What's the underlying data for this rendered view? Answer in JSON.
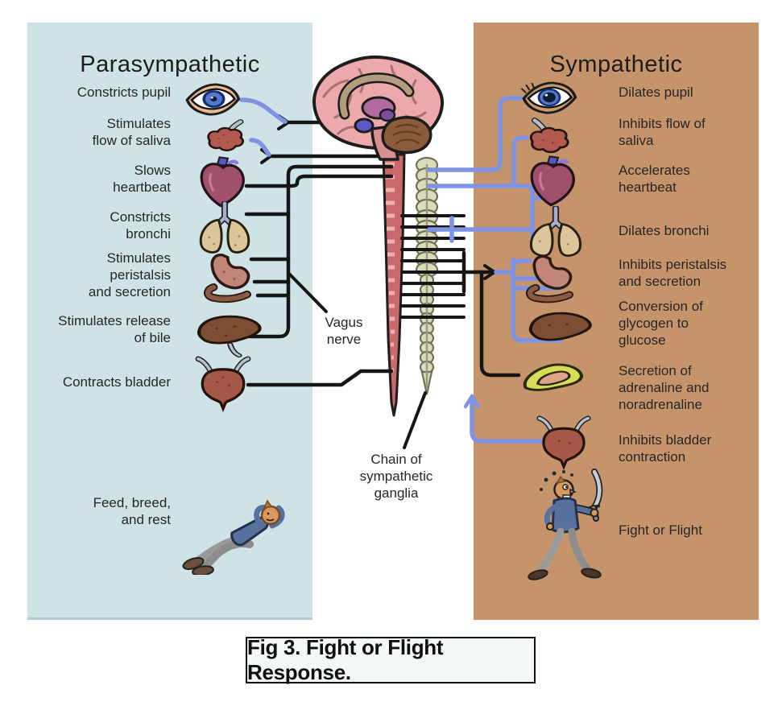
{
  "figure": {
    "caption": "Fig 3. Fight or Flight Response."
  },
  "left_panel": {
    "title": "Parasympathetic",
    "summary": "Feed, breed,\nand rest",
    "items": [
      {
        "label": "Constricts pupil",
        "icon": "eye"
      },
      {
        "label": "Stimulates\nflow of saliva",
        "icon": "salivary-gland"
      },
      {
        "label": "Slows\nheartbeat",
        "icon": "heart"
      },
      {
        "label": "Constricts\nbronchi",
        "icon": "lungs"
      },
      {
        "label": "Stimulates\nperistalsis\nand secretion",
        "icon": "stomach"
      },
      {
        "label": "Stimulates release\nof bile",
        "icon": "liver"
      },
      {
        "label": "Contracts bladder",
        "icon": "bladder"
      }
    ]
  },
  "right_panel": {
    "title": "Sympathetic",
    "summary": "Fight or Flight",
    "items": [
      {
        "label": "Dilates pupil",
        "icon": "eye"
      },
      {
        "label": "Inhibits flow of\nsaliva",
        "icon": "salivary-gland"
      },
      {
        "label": "Accelerates\nheartbeat",
        "icon": "heart"
      },
      {
        "label": "Dilates bronchi",
        "icon": "lungs"
      },
      {
        "label": "Inhibits peristalsis\nand secretion",
        "icon": "stomach"
      },
      {
        "label": "Conversion of\nglycogen to\nglucose",
        "icon": "liver"
      },
      {
        "label": "Secretion of\nadrenaline and\nnoradrenaline",
        "icon": "adrenal-gland"
      },
      {
        "label": "Inhibits bladder\ncontraction",
        "icon": "bladder"
      }
    ]
  },
  "center": {
    "vagus_nerve_label": "Vagus\nnerve",
    "ganglia_label": "Chain of\nsympathetic\nganglia"
  },
  "colors": {
    "left_bg": "#cfe3e6",
    "right_bg": "#c6946b",
    "nerve_black": "#161616",
    "nerve_blue": "#7e94e2",
    "spinal_cord": "#c9696b",
    "ganglia": "#dcdcba",
    "caption_bg": "#f4f8f8"
  }
}
